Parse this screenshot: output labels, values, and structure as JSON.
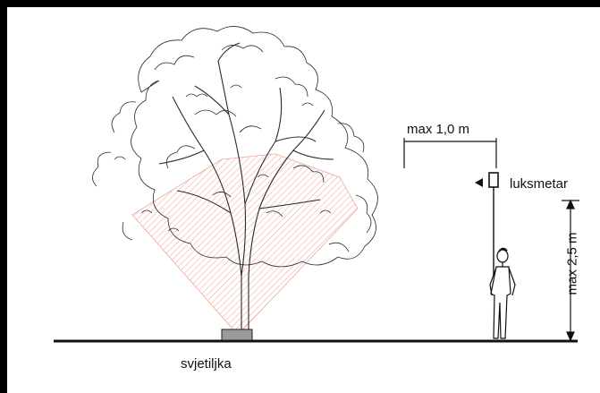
{
  "labels": {
    "distance": "max 1,0 m",
    "luxmeter": "luksmetar",
    "height": "max 2,5 m",
    "fixture": "svjetiljka"
  },
  "colors": {
    "background_border": "#000000",
    "canvas": "#ffffff",
    "line": "#111111",
    "light_cone": "#e0603a"
  },
  "icons": [
    "tree-icon",
    "person-icon",
    "luxmeter-icon",
    "arrow-icon"
  ]
}
